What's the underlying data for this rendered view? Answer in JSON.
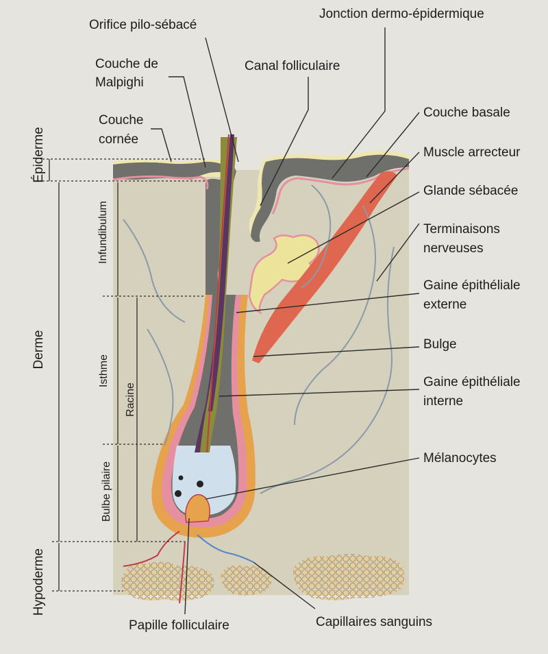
{
  "diagram": {
    "labels": {
      "orifice": "Orifice pilo-sébacé",
      "jonction": "Jonction dermo-épidermique",
      "malpighi_1": "Couche de",
      "malpighi_2": "Malpighi",
      "canal": "Canal folliculaire",
      "cornee_1": "Couche",
      "cornee_2": "cornée",
      "basale": "Couche basale",
      "muscle": "Muscle arrecteur",
      "glande": "Glande sébacée",
      "nerf_1": "Terminaisons",
      "nerf_2": "nerveuses",
      "gee_1": "Gaine épithéliale",
      "gee_2": "externe",
      "bulge": "Bulge",
      "gei_1": "Gaine épithéliale",
      "gei_2": "interne",
      "melanocytes": "Mélanocytes",
      "papille": "Papille folliculaire",
      "capillaires": "Capillaires sanguins"
    },
    "regions": {
      "epiderme": "Épiderme",
      "derme": "Derme",
      "hypoderme": "Hypoderme",
      "infundibulum": "Infundibulum",
      "isthme": "Isthme",
      "racine": "Racine",
      "bulbe": "Bulbe pilaire"
    },
    "colors": {
      "background": "#e6e4df",
      "dermis": "#d6d1bd",
      "epidermis": "#6f706b",
      "basal_layer": "#e58fa0",
      "cornified": "#f0e6b0",
      "sebaceous_gland": "#ece49a",
      "muscle": "#e0674f",
      "hair_shaft": "#8a8c3a",
      "hair_medulla": "#5a3560",
      "inner_sheath": "#e7a24d",
      "bulb_light": "#cfe0ec",
      "nerve": "#8a9aa8",
      "capillary_red": "#c0394a",
      "capillary_blue": "#4f86c6",
      "fat": "#d9c49a"
    }
  }
}
